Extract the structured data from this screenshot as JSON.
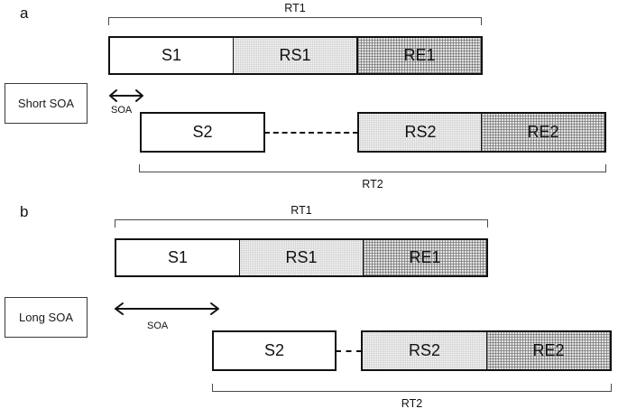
{
  "figure": {
    "background_color": "#ffffff",
    "stroke_color": "#111111",
    "bracket_color": "#4a4a4a",
    "fill_rs_color": "#d9d9d9",
    "fill_re_color": "#e2e2e2"
  },
  "panels": [
    {
      "id": "a",
      "label": "a",
      "condition_label": "Short SOA",
      "top_bracket_label": "RT1",
      "bottom_bracket_label": "RT2",
      "soa_label": "SOA",
      "task1": {
        "segments": [
          {
            "label": "S1",
            "fill": "white"
          },
          {
            "label": "RS1",
            "fill": "dotted-grey"
          },
          {
            "label": "RE1",
            "fill": "crosshatch"
          }
        ]
      },
      "task2": {
        "segments": [
          {
            "label": "S2",
            "fill": "white"
          },
          {
            "label": "RS2",
            "fill": "dotted-grey"
          },
          {
            "label": "RE2",
            "fill": "crosshatch"
          }
        ]
      }
    },
    {
      "id": "b",
      "label": "b",
      "condition_label": "Long SOA",
      "top_bracket_label": "RT1",
      "bottom_bracket_label": "RT2",
      "soa_label": "SOA",
      "task1": {
        "segments": [
          {
            "label": "S1",
            "fill": "white"
          },
          {
            "label": "RS1",
            "fill": "dotted-grey"
          },
          {
            "label": "RE1",
            "fill": "crosshatch"
          }
        ]
      },
      "task2": {
        "segments": [
          {
            "label": "S2",
            "fill": "white"
          },
          {
            "label": "RS2",
            "fill": "dotted-grey"
          },
          {
            "label": "RE2",
            "fill": "crosshatch"
          }
        ]
      }
    }
  ]
}
